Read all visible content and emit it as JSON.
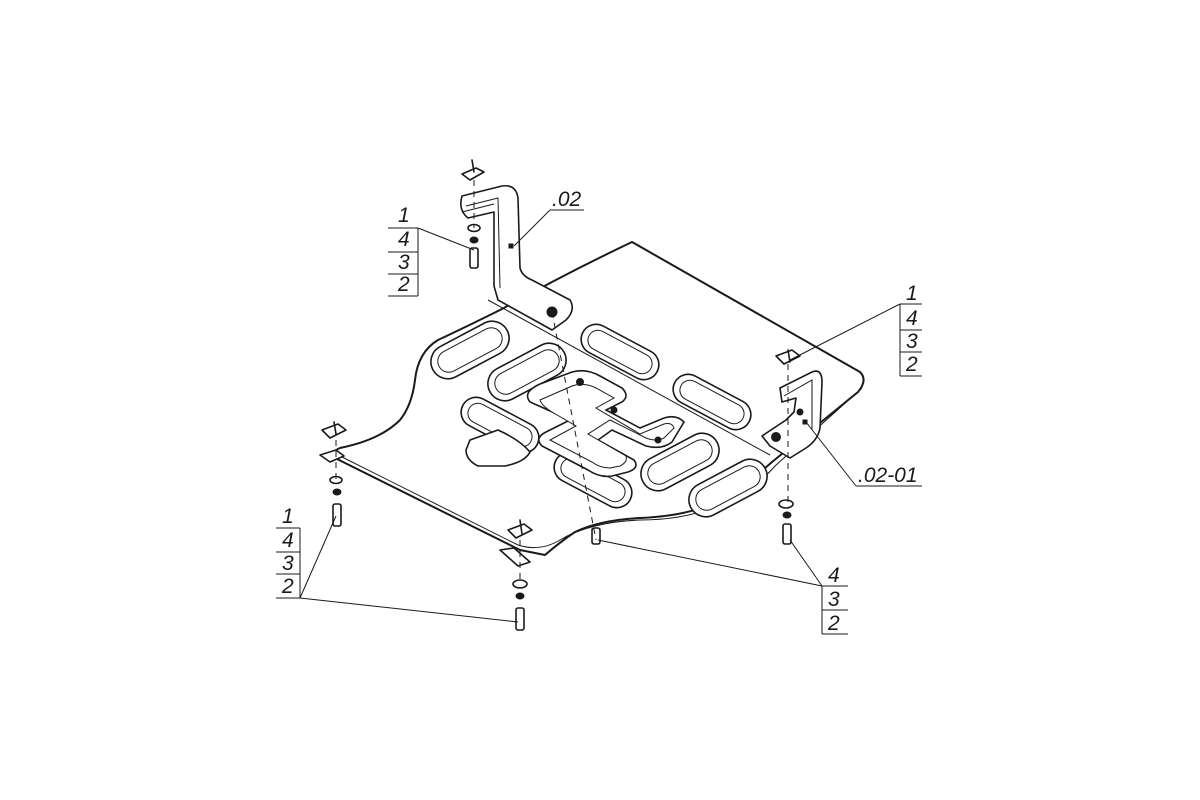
{
  "callouts": {
    "top_left_stack": [
      "1",
      "4",
      "3",
      "2"
    ],
    "bracket_label": ".02",
    "right_stack": [
      "1",
      "4",
      "3",
      "2"
    ],
    "right_bracket_label": ".02-01",
    "left_stack": [
      "1",
      "4",
      "3",
      "2"
    ],
    "bottom_stack": [
      "4",
      "3",
      "2"
    ]
  },
  "colors": {
    "line": "#1a1a1a",
    "background": "#ffffff"
  }
}
